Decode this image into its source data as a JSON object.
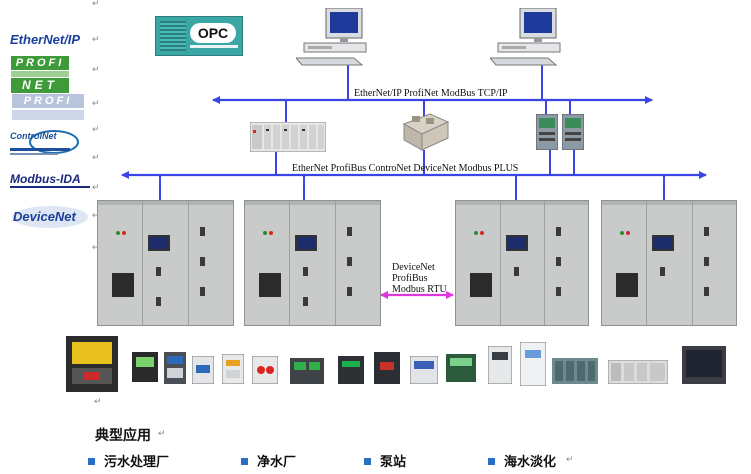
{
  "colors": {
    "bus": "#3a45e6",
    "rs485_link": "#e036e0"
  },
  "logos": [
    {
      "name": "ethernet-ip-logo",
      "text": "EtherNet/IP"
    },
    {
      "name": "profinet-logo",
      "text_top": "PROFI",
      "text_bottom": "NET"
    },
    {
      "name": "profibus-logo",
      "text": "PROFI"
    },
    {
      "name": "controlnet-logo",
      "text": "ControlNet"
    },
    {
      "name": "modbus-ida-logo",
      "text": "Modbus-IDA"
    },
    {
      "name": "devicenet-logo",
      "text": "DeviceNet"
    }
  ],
  "opc_logo": {
    "text": "OPC"
  },
  "top_bus_label": "EtherNet/IP    ProfiNet    ModBus TCP/IP",
  "mid_bus_label": "EtherNet   ProfiBus   ControNet   DeviceNet   Modbus PLUS",
  "link_labels": [
    "DeviceNet",
    "ProfiBus",
    "Modbus RTU"
  ],
  "applications": {
    "title": "典型应用",
    "items": [
      "污水处理厂",
      "净水厂",
      "泵站",
      "海水淡化"
    ]
  }
}
